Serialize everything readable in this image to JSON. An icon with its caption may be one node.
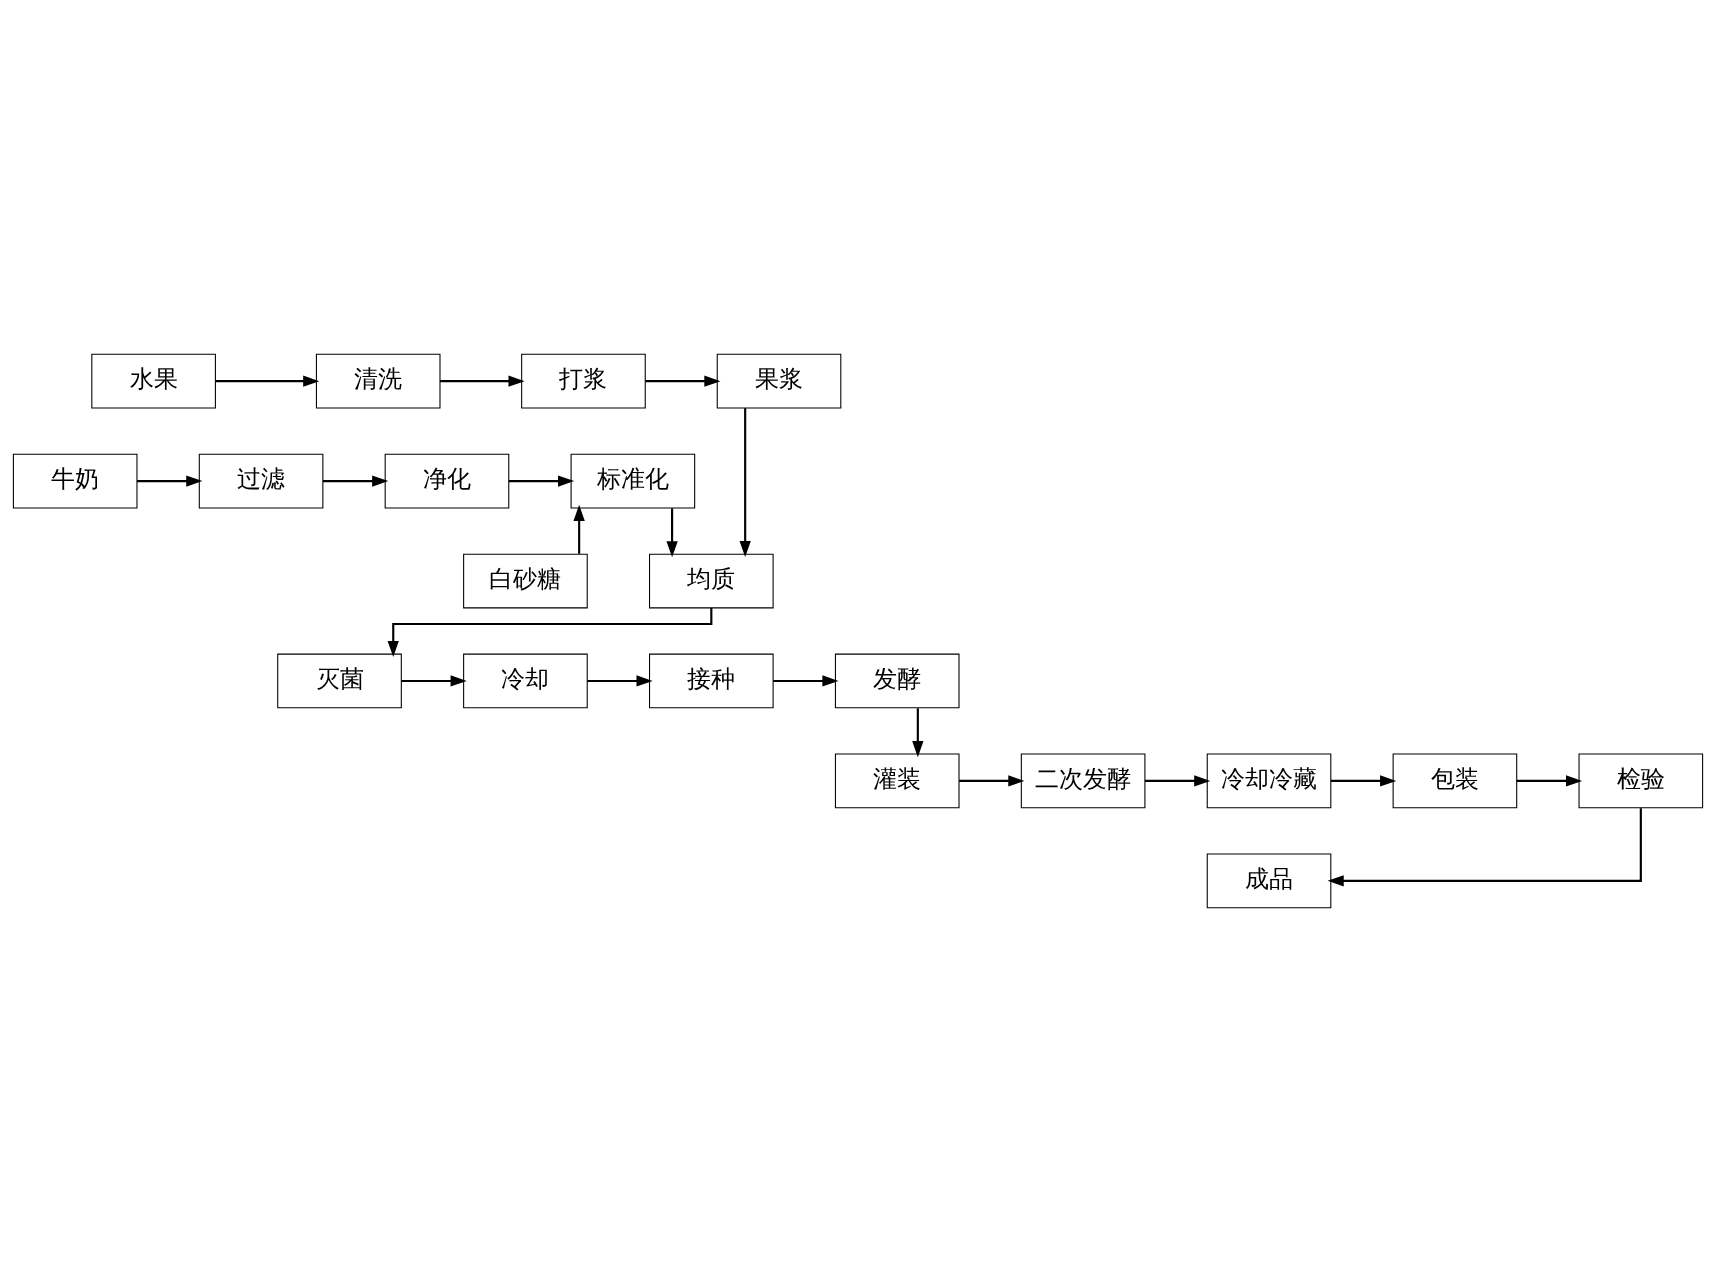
{
  "diagram": {
    "nodes": [
      {
        "text": [
          "水果"
        ]
      },
      {
        "text": [
          "清洗"
        ]
      },
      {
        "text": [
          "打浆"
        ]
      },
      {
        "text": [
          "果浆"
        ]
      },
      {
        "text": [
          "牛奶"
        ]
      },
      {
        "text": [
          "过滤"
        ]
      },
      {
        "text": [
          "净化"
        ]
      },
      {
        "text": [
          "标准化"
        ]
      },
      {
        "text": [
          "白砂糖"
        ]
      },
      {
        "text": [
          "均质"
        ]
      },
      {
        "text": [
          "灭菌"
        ]
      },
      {
        "text": [
          "冷却"
        ]
      },
      {
        "text": [
          "接种"
        ]
      },
      {
        "text": [
          "发酵"
        ]
      },
      {
        "text": [
          "灌装"
        ]
      },
      {
        "text": [
          "二次发酵"
        ]
      },
      {
        "text": [
          "冷却冷藏"
        ]
      },
      {
        "text": [
          "包装"
        ]
      },
      {
        "text": [
          "检验"
        ]
      },
      {
        "text": [
          "成品"
        ]
      }
    ],
    "edges": [
      {
        "from": 0,
        "to": 1,
        "arrow": "to"
      },
      {
        "from": 1,
        "to": 2,
        "arrow": "to"
      },
      {
        "from": 2,
        "to": 3,
        "arrow": "to"
      },
      {
        "from": 3,
        "to": 9,
        "arrow": "to"
      },
      {
        "from": 4,
        "to": 5,
        "arrow": "to"
      },
      {
        "from": 5,
        "to": 6,
        "arrow": "to"
      },
      {
        "from": 6,
        "to": 7,
        "arrow": "to"
      },
      {
        "from": 8,
        "to": 7,
        "arrow": "to"
      },
      {
        "from": 7,
        "to": 9,
        "arrow": "to"
      },
      {
        "from": 9,
        "to": 10,
        "arrow": "to"
      },
      {
        "from": 10,
        "to": 11,
        "arrow": "to"
      },
      {
        "from": 11,
        "to": 12,
        "arrow": "to"
      },
      {
        "from": 12,
        "to": 13,
        "arrow": "to"
      },
      {
        "from": 13,
        "to": 14,
        "arrow": "to"
      },
      {
        "from": 14,
        "to": 15,
        "arrow": "to"
      },
      {
        "from": 15,
        "to": 16,
        "arrow": "to"
      },
      {
        "from": 16,
        "to": 17,
        "arrow": "to"
      },
      {
        "from": 17,
        "to": 18,
        "arrow": "to"
      },
      {
        "from": 18,
        "to": 19,
        "arrow": "to"
      }
    ]
  }
}
